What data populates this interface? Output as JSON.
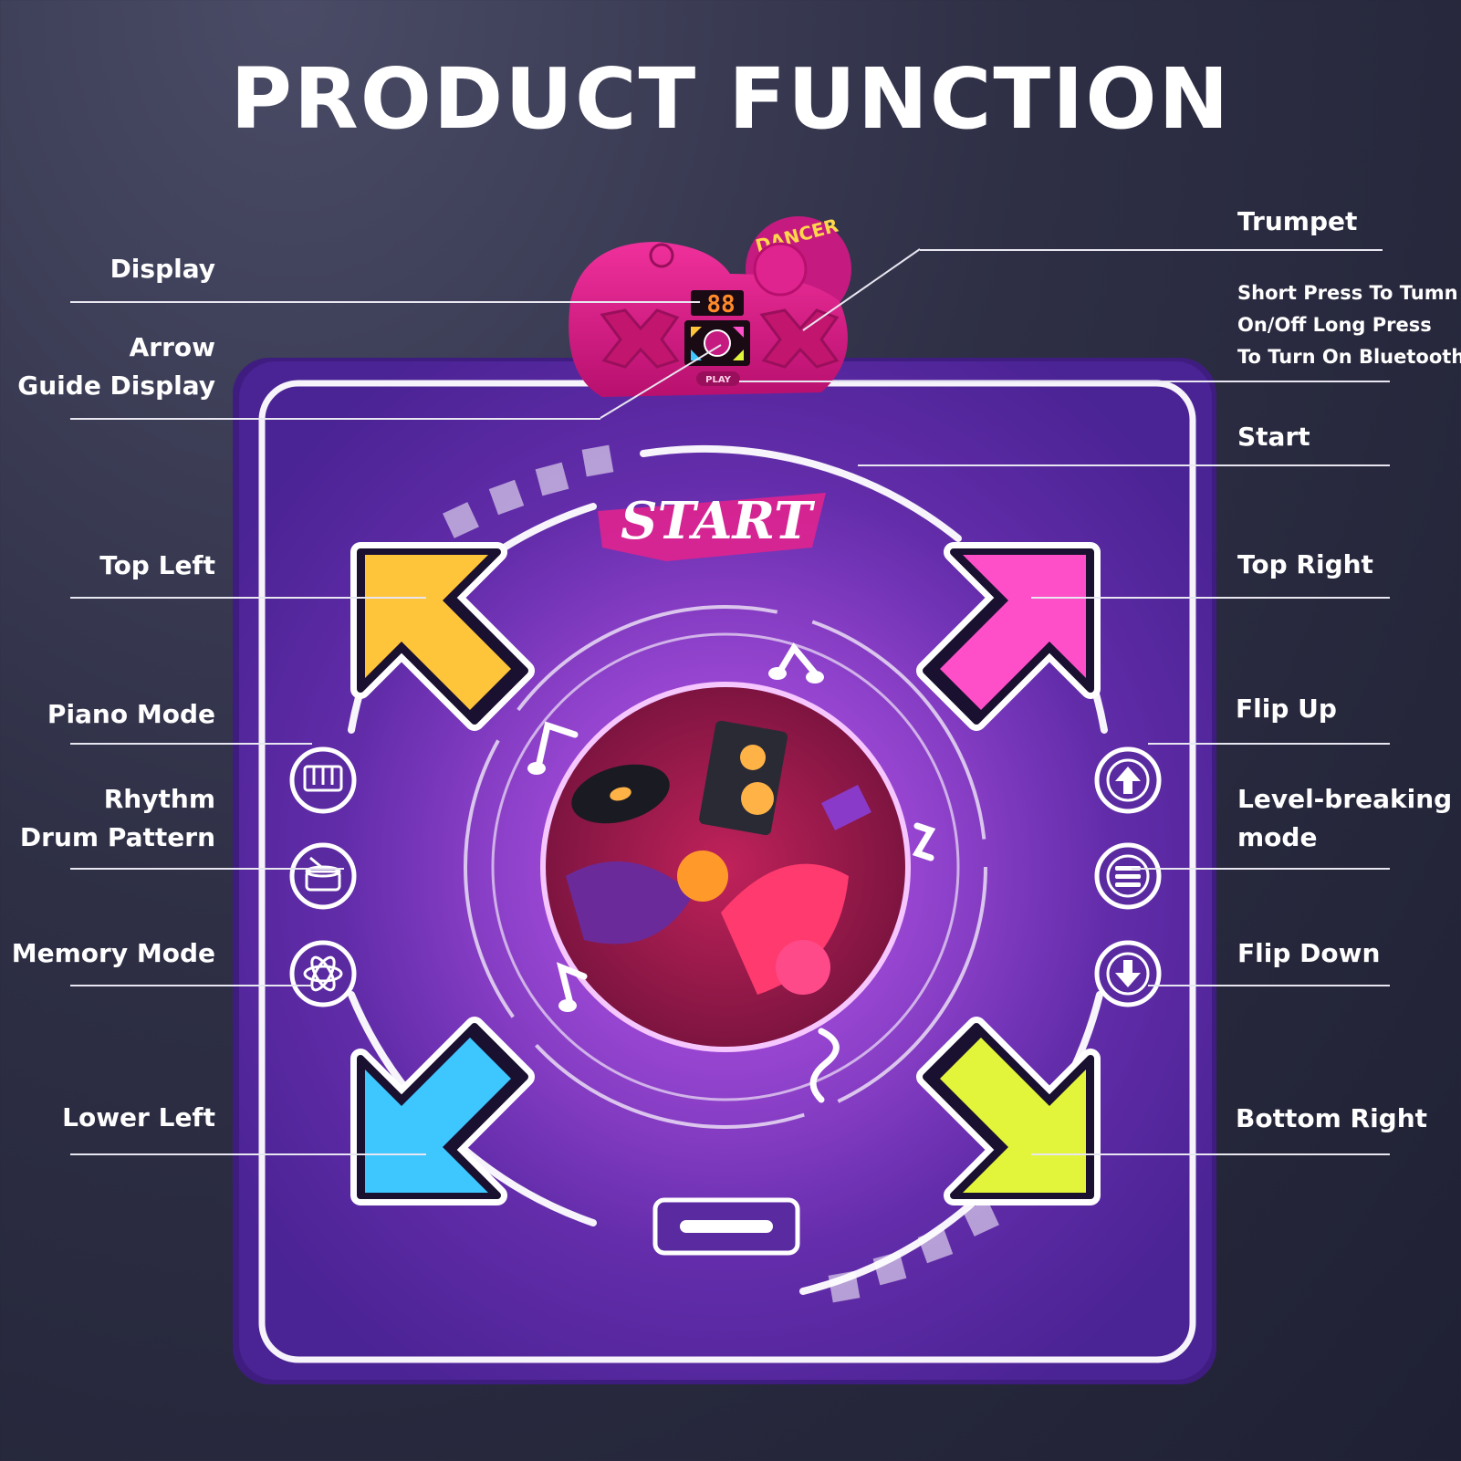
{
  "title": "PRODUCT FUNCTION",
  "console": {
    "display_digits": "88",
    "play_label": "PLAY",
    "badge_text": "DANCER"
  },
  "mat": {
    "start_text": "START"
  },
  "labels_left": {
    "display": "Display",
    "arrow_guide_1": "Arrow",
    "arrow_guide_2": "Guide Display",
    "top_left": "Top Left",
    "piano_mode": "Piano Mode",
    "rhythm_1": "Rhythm",
    "rhythm_2": "Drum Pattern",
    "memory_mode": "Memory Mode",
    "lower_left": "Lower Left"
  },
  "labels_right": {
    "trumpet": "Trumpet",
    "short_press_1": "Short Press To Tumn",
    "short_press_2": "On/Off Long Press",
    "short_press_3": "To Turn On Bluetooth",
    "start": "Start",
    "top_right": "Top Right",
    "flip_up": "Flip Up",
    "level_1": "Level-breaking",
    "level_2": "mode",
    "flip_down": "Flip Down",
    "bottom_right": "Bottom Right"
  },
  "colors": {
    "arrow_top_left": "#ffc53a",
    "arrow_top_right": "#ff4fc8",
    "arrow_lower_left": "#3ec6ff",
    "arrow_bottom_right": "#e3f53a",
    "mat_purple": "#6a2fb0",
    "console_pink": "#e0248f"
  },
  "icons": [
    "piano-icon",
    "drum-icon",
    "memory-atom-icon",
    "arrow-up-icon",
    "menu-lines-icon",
    "arrow-down-icon"
  ]
}
